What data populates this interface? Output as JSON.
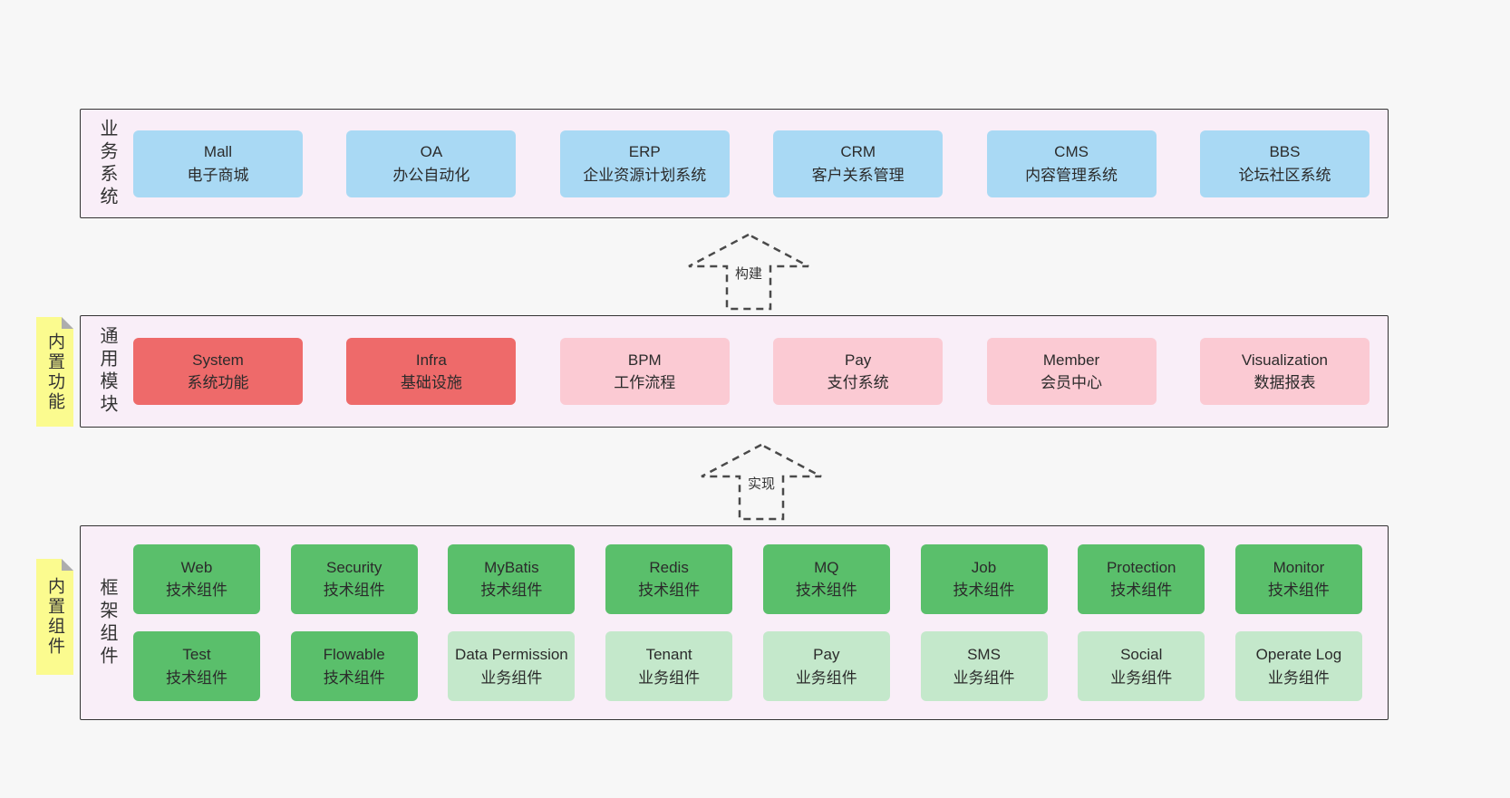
{
  "colors": {
    "page_background": "#f7f7f7",
    "panel_background": "#f9eef8",
    "panel_border": "#333333",
    "box_blue": "#a9d9f4",
    "box_red": "#ee6a6a",
    "box_pink": "#fbcad3",
    "box_green": "#5abf6b",
    "box_lightgreen": "#c4e8cb",
    "sticky_yellow": "#fbfb8f"
  },
  "arrows": [
    {
      "label": "构建"
    },
    {
      "label": "实现"
    }
  ],
  "sections": [
    {
      "label": "业务系统",
      "boxes": [
        {
          "title": "Mall",
          "subtitle": "电子商城"
        },
        {
          "title": "OA",
          "subtitle": "办公自动化"
        },
        {
          "title": "ERP",
          "subtitle": "企业资源计划系统"
        },
        {
          "title": "CRM",
          "subtitle": "客户关系管理"
        },
        {
          "title": "CMS",
          "subtitle": "内容管理系统"
        },
        {
          "title": "BBS",
          "subtitle": "论坛社区系统"
        }
      ]
    },
    {
      "label": "通用模块",
      "sticky": "内置功能",
      "boxes": [
        {
          "title": "System",
          "subtitle": "系统功能"
        },
        {
          "title": "Infra",
          "subtitle": "基础设施"
        },
        {
          "title": "BPM",
          "subtitle": "工作流程"
        },
        {
          "title": "Pay",
          "subtitle": "支付系统"
        },
        {
          "title": "Member",
          "subtitle": "会员中心"
        },
        {
          "title": "Visualization",
          "subtitle": "数据报表"
        }
      ]
    },
    {
      "label": "框架组件",
      "sticky": "内置组件",
      "rows": [
        [
          {
            "title": "Web",
            "subtitle": "技术组件"
          },
          {
            "title": "Security",
            "subtitle": "技术组件"
          },
          {
            "title": "MyBatis",
            "subtitle": "技术组件"
          },
          {
            "title": "Redis",
            "subtitle": "技术组件"
          },
          {
            "title": "MQ",
            "subtitle": "技术组件"
          },
          {
            "title": "Job",
            "subtitle": "技术组件"
          },
          {
            "title": "Protection",
            "subtitle": "技术组件"
          },
          {
            "title": "Monitor",
            "subtitle": "技术组件"
          }
        ],
        [
          {
            "title": "Test",
            "subtitle": "技术组件"
          },
          {
            "title": "Flowable",
            "subtitle": "技术组件"
          },
          {
            "title": "Data Permission",
            "subtitle": "业务组件"
          },
          {
            "title": "Tenant",
            "subtitle": "业务组件"
          },
          {
            "title": "Pay",
            "subtitle": "业务组件"
          },
          {
            "title": "SMS",
            "subtitle": "业务组件"
          },
          {
            "title": "Social",
            "subtitle": "业务组件"
          },
          {
            "title": "Operate Log",
            "subtitle": "业务组件"
          }
        ]
      ]
    }
  ]
}
